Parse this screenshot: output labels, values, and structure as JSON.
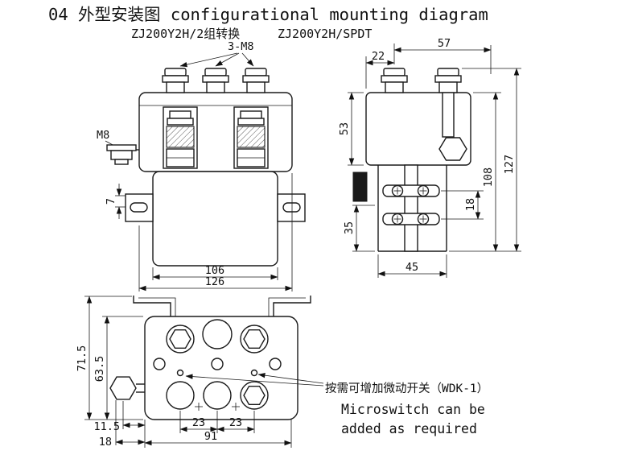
{
  "title": "04 外型安装图 configurational mounting diagram",
  "views": {
    "front": {
      "variant_label": "ZJ200Y2H/2组转换",
      "bolt_label_top": "3-M8",
      "bolt_label_side": "M8",
      "dims": {
        "slot": "7",
        "inner_width": "106",
        "outer_width": "126"
      }
    },
    "side": {
      "variant_label": "ZJ200Y2H/SPDT",
      "dims": {
        "top_offset": "22",
        "top_width": "57",
        "upper_height": "53",
        "body_height": "108",
        "total_height": "127",
        "contact_pitch": "18",
        "lower_height": "35",
        "depth": "45"
      }
    },
    "bottom": {
      "dims": {
        "outer_height": "71.5",
        "inner_height": "63.5",
        "bolt_offset": "11.5",
        "edge_offset": "18",
        "pitch_left": "23",
        "pitch_right": "23",
        "width": "91"
      }
    }
  },
  "annotation": {
    "line_cn": "按需可增加微动开关（WDK-1）",
    "line_en1": "Microswitch can be",
    "line_en2": "added as required"
  }
}
